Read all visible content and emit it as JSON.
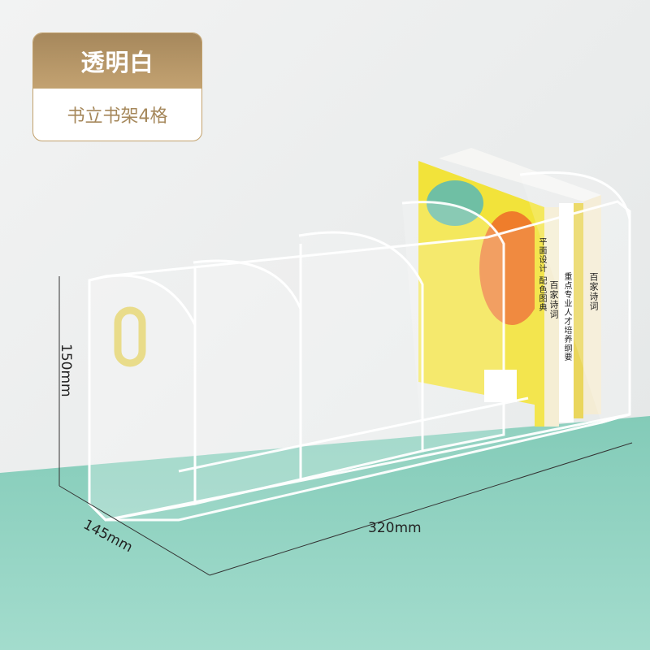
{
  "badge": {
    "title": "透明白",
    "subtitle": "书立书架4格"
  },
  "dimensions": {
    "height": "150mm",
    "depth": "145mm",
    "width": "320mm"
  },
  "books": [
    {
      "spine": "平面设计 配色图典"
    },
    {
      "spine": "百家诗词"
    },
    {
      "spine": "重点专业人才培养纲要"
    },
    {
      "spine": "百家诗词"
    }
  ],
  "colors": {
    "wall": "#eef0f0",
    "floor": "#8fd1bf",
    "accent_gold": "#b4946a",
    "handle": "#e9dc8a"
  }
}
